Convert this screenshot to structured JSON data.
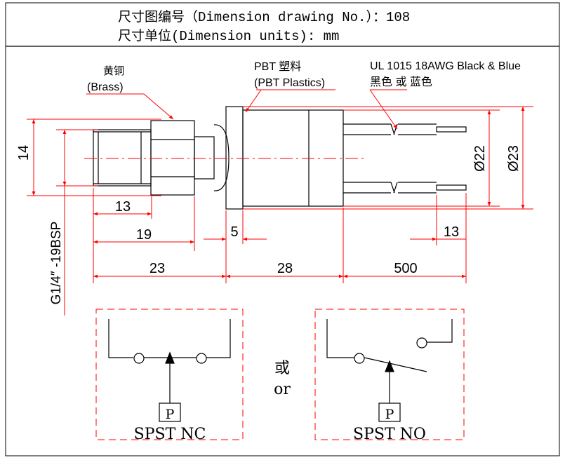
{
  "header": {
    "line1": "尺寸图编号（Dimension drawing No.）：108",
    "line2": "尺寸单位(Dimension units): mm"
  },
  "labels": {
    "brass_cn": "黄铜",
    "brass_en": "(Brass)",
    "pbt_cn": "PBT 塑料",
    "pbt_en": "(PBT Plastics)",
    "wire_en": "UL 1015 18AWG Black & Blue",
    "wire_cn": "黑色 或 蓝色"
  },
  "dimensions": {
    "d14": "14",
    "d13a": "13",
    "d19": "19",
    "d5": "5",
    "d13b": "13",
    "d23": "23",
    "d28": "28",
    "d500": "500",
    "dia22": "Ø22",
    "dia23": "Ø23",
    "thread": "G1/4″ -19BSP"
  },
  "schematics": {
    "p_left": "P",
    "p_right": "P",
    "nc_label": "SPST NC",
    "no_label": "SPST NO",
    "or_cn": "或",
    "or_en": "or"
  },
  "colors": {
    "red": "#ff0000",
    "black": "#000000"
  }
}
